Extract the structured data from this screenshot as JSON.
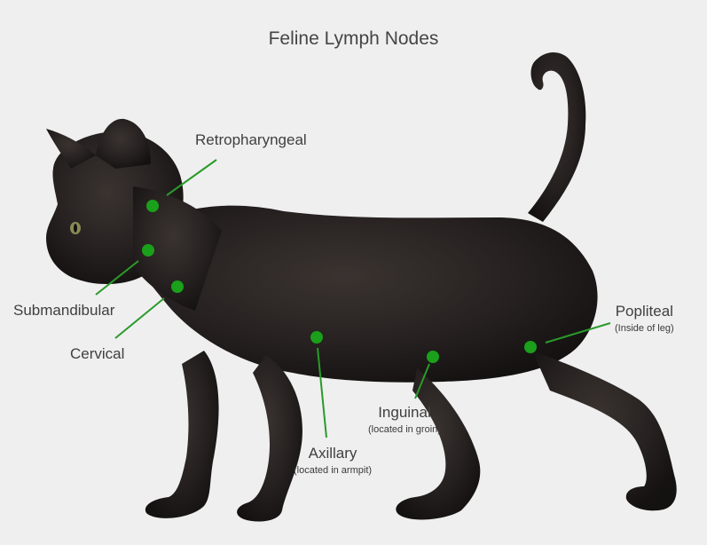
{
  "title": "Feline Lymph Nodes",
  "colors": {
    "background": "#efefef",
    "node": "#1aa01a",
    "leader": "#2a9a2a",
    "cat": "#231e1c"
  },
  "nodes": [
    {
      "name": "Retropharyngeal",
      "note": ""
    },
    {
      "name": "Submandibular",
      "note": ""
    },
    {
      "name": "Cervical",
      "note": ""
    },
    {
      "name": "Axillary",
      "note": "(located in armpit)"
    },
    {
      "name": "Inguinal",
      "note": "(located in groin)"
    },
    {
      "name": "Popliteal",
      "note": "(Inside of leg)"
    }
  ]
}
